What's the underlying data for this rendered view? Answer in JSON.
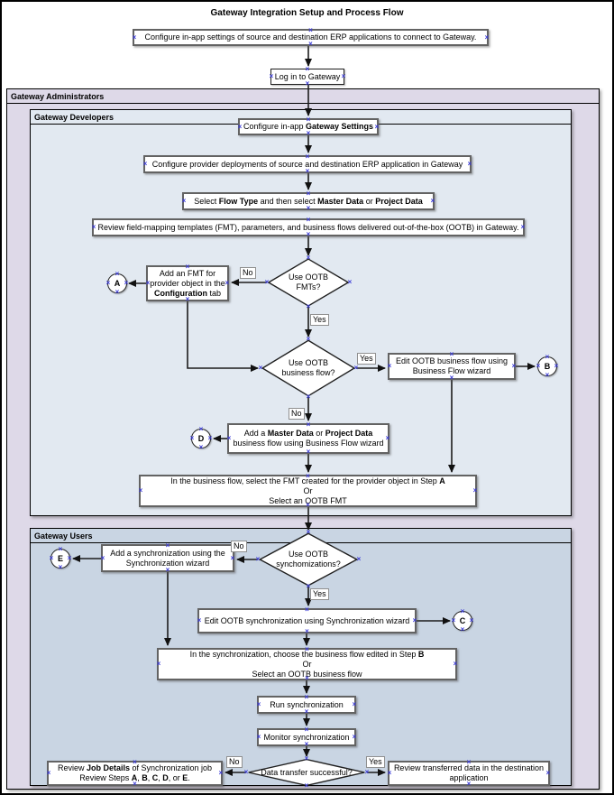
{
  "title": "Gateway Integration Setup and Process Flow",
  "containers": {
    "administrators": {
      "label": "Gateway Administrators"
    },
    "developers": {
      "label": "Gateway Developers"
    },
    "users": {
      "label": "Gateway Users"
    }
  },
  "labels": {
    "yes": "Yes",
    "no": "No"
  },
  "circles": {
    "a": "A",
    "b": "B",
    "c": "C",
    "d": "D",
    "e": "E"
  },
  "colors": {
    "administrators_bg": "#ded9e8",
    "developers_bg": "#e2e9f1",
    "users_bg": "#c9d5e3",
    "shape_fill": "#ffffff",
    "shape_border": "#636363",
    "connector_line": "#1c1c1c",
    "connection_mark": "#3c3cd8"
  },
  "decor": {
    "connection_mark": "×"
  },
  "nodes": {
    "intro": {
      "lines": [
        [
          [
            "Configure in-app settings of source and destination ERP applications to connect to Gateway.",
            0
          ]
        ]
      ]
    },
    "login": {
      "lines": [
        [
          [
            "Log in to Gateway",
            0
          ]
        ]
      ]
    },
    "gateway_settings": {
      "lines": [
        [
          [
            "Configure in-app ",
            0
          ],
          [
            "Gateway Settings",
            1
          ]
        ]
      ]
    },
    "provider_deployments": {
      "lines": [
        [
          [
            "Configure provider deployments of source and destination ERP application  in Gateway",
            0
          ]
        ]
      ]
    },
    "flow_type": {
      "lines": [
        [
          [
            "Select ",
            0
          ],
          [
            "Flow Type",
            1
          ],
          [
            " and then select ",
            0
          ],
          [
            "Master Data",
            1
          ],
          [
            " or ",
            0
          ],
          [
            "Project Data",
            1
          ]
        ]
      ]
    },
    "review_ootb": {
      "lines": [
        [
          [
            "Review field-mapping templates (FMT), parameters, and business flows delivered out-of-the-box (OOTB) in Gateway.",
            0
          ]
        ]
      ]
    },
    "use_ootb_fmts": {
      "lines": [
        [
          [
            "Use OOTB",
            0
          ]
        ],
        [
          [
            "FMTs?",
            0
          ]
        ]
      ]
    },
    "add_fmt": {
      "lines": [
        [
          [
            "Add an FMT for",
            0
          ]
        ],
        [
          [
            "provider object in the",
            0
          ]
        ],
        [
          [
            "Configuration",
            1
          ],
          [
            " tab",
            0
          ]
        ]
      ]
    },
    "use_ootb_flow": {
      "lines": [
        [
          [
            "Use OOTB",
            0
          ]
        ],
        [
          [
            "business flow?",
            0
          ]
        ]
      ]
    },
    "edit_flow": {
      "lines": [
        [
          [
            "Edit OOTB business flow using",
            0
          ]
        ],
        [
          [
            "Business Flow wizard",
            0
          ]
        ]
      ]
    },
    "add_flow": {
      "lines": [
        [
          [
            "Add a ",
            0
          ],
          [
            "Master Data",
            1
          ],
          [
            " or ",
            0
          ],
          [
            "Project Data",
            1
          ]
        ],
        [
          [
            "business flow using Business Flow wizard",
            0
          ]
        ]
      ]
    },
    "select_fmt": {
      "lines": [
        [
          [
            "In the business flow, select the FMT created for the provider object in Step ",
            0
          ],
          [
            "A",
            1
          ]
        ],
        [
          [
            "Or",
            0
          ]
        ],
        [
          [
            "Select an OOTB FMT",
            0
          ]
        ]
      ]
    },
    "use_ootb_sync": {
      "lines": [
        [
          [
            "Use OOTB",
            0
          ]
        ],
        [
          [
            "synchomizations?",
            0
          ]
        ]
      ]
    },
    "add_sync": {
      "lines": [
        [
          [
            "Add a synchronization using the",
            0
          ]
        ],
        [
          [
            "Synchronization wizard",
            0
          ]
        ]
      ]
    },
    "edit_sync": {
      "lines": [
        [
          [
            "Edit OOTB synchronization using Synchronization wizard",
            0
          ]
        ]
      ]
    },
    "choose_flow": {
      "lines": [
        [
          [
            "In the synchronization, choose the business flow edited in Step ",
            0
          ],
          [
            "B",
            1
          ]
        ],
        [
          [
            "Or",
            0
          ]
        ],
        [
          [
            "Select an OOTB business flow",
            0
          ]
        ]
      ]
    },
    "run_sync": {
      "lines": [
        [
          [
            "Run synchronization",
            0
          ]
        ]
      ]
    },
    "monitor_sync": {
      "lines": [
        [
          [
            "Monitor synchronization",
            0
          ]
        ]
      ]
    },
    "transfer_ok": {
      "lines": [
        [
          [
            "Data transfer successful?",
            0
          ]
        ]
      ]
    },
    "review_job": {
      "lines": [
        [
          [
            "Review ",
            0
          ],
          [
            "Job Details",
            1
          ],
          [
            " of Synchronization job",
            0
          ]
        ],
        [
          [
            "Review Steps ",
            0
          ],
          [
            "A",
            1
          ],
          [
            ", ",
            0
          ],
          [
            "B",
            1
          ],
          [
            ", ",
            0
          ],
          [
            "C",
            1
          ],
          [
            ", ",
            0
          ],
          [
            "D",
            1
          ],
          [
            ", or ",
            0
          ],
          [
            "E",
            1
          ],
          [
            ".",
            0
          ]
        ]
      ]
    },
    "review_data": {
      "lines": [
        [
          [
            "Review transferred data in the destination",
            0
          ]
        ],
        [
          [
            "application",
            0
          ]
        ]
      ]
    }
  }
}
